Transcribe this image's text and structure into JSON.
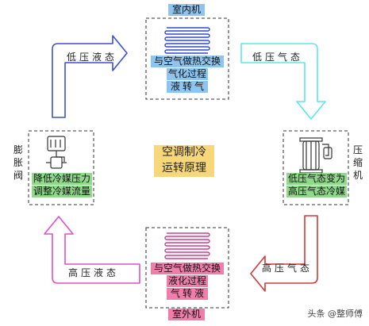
{
  "center": {
    "line1": "空调制冷",
    "line2": "运转原理"
  },
  "indoor": {
    "title": "室内机",
    "steps": [
      "与空气做热交换",
      "气化过程",
      "液 转 气"
    ]
  },
  "outdoor": {
    "title": "室外机",
    "steps": [
      "与空气做热交换",
      "液化过程",
      "气 转 液"
    ]
  },
  "compressor": {
    "name": "压缩机",
    "steps": [
      "低压气态变为",
      "高压气态冷媒"
    ]
  },
  "expansion_valve": {
    "name": "膨胀阀",
    "steps": [
      "降低冷媒压力",
      "调整冷媒流量"
    ]
  },
  "flows": {
    "top_left": "低压液态",
    "top_right": "低压气态",
    "bottom_right": "高压气态",
    "bottom_left": "高压液态"
  },
  "watermark": "头条 @整师傅",
  "colors": {
    "indoor_arrow": "#3b4fd8",
    "top_right_arrow": "#5ce6ee",
    "bottom_right_arrow": "#d23a3a",
    "bottom_left_arrow": "#e14fc9",
    "indoor_coil": "#2d48d6",
    "outdoor_coil": "#d53a8f",
    "box_border": "#333333",
    "blue_tag": "#8ec5ef",
    "green_tag": "#8fd98a",
    "pink_tag": "#ef7faa",
    "center_tag": "#f7d77a"
  }
}
